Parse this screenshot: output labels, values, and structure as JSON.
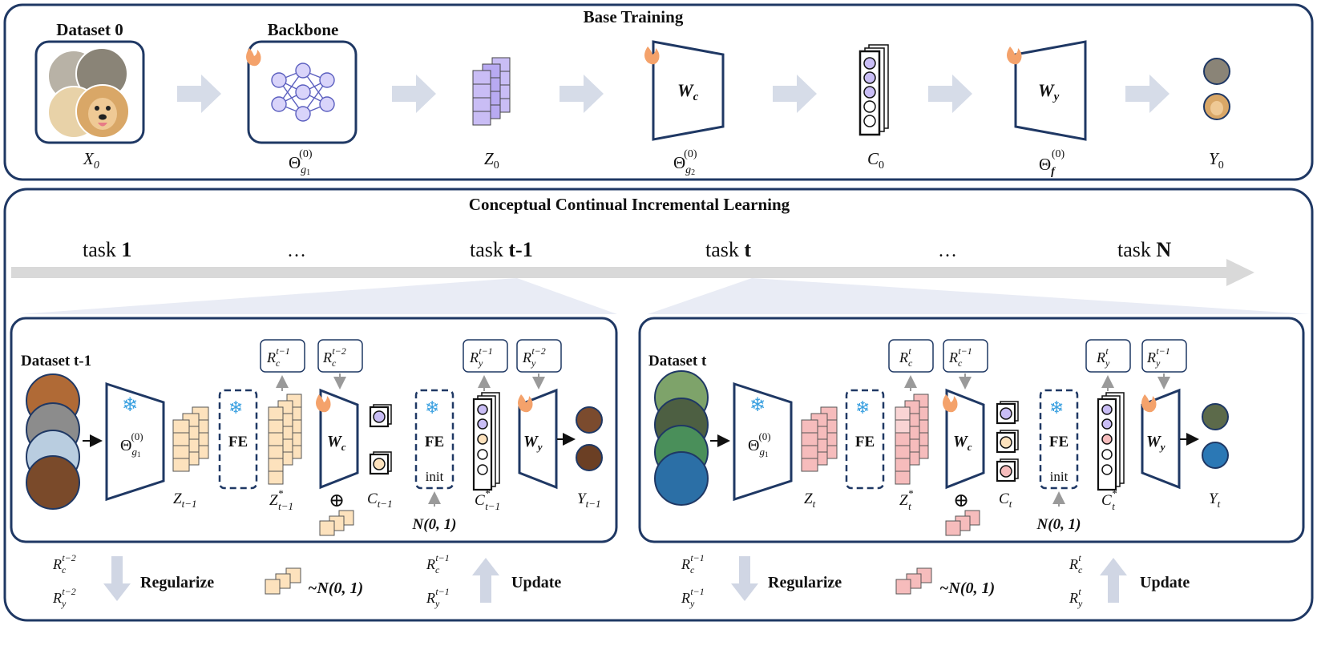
{
  "base": {
    "title": "Base Training",
    "dataset_label": "Dataset 0",
    "backbone_label": "Backbone",
    "x0_label": "X",
    "x0_sub": "0",
    "theta_g1_sup": "(0)",
    "z0_label": "Z",
    "z0_sub": "0",
    "wc_label": "W",
    "wc_sub": "c",
    "theta_g2_sup": "(0)",
    "c0_label": "C",
    "c0_sub": "0",
    "wy_label": "W",
    "wy_sub": "y",
    "theta_f_sup": "(0)",
    "y0_label": "Y",
    "y0_sub": "0"
  },
  "ccil": {
    "title": "Conceptual  Continual Incremental Learning",
    "tasks": [
      {
        "prefix": "task ",
        "bold": "1"
      },
      {
        "prefix": "…",
        "bold": ""
      },
      {
        "prefix": "task ",
        "bold": "t-1"
      },
      {
        "prefix": "task ",
        "bold": "t"
      },
      {
        "prefix": "…",
        "bold": ""
      },
      {
        "prefix": "task ",
        "bold": "N"
      }
    ]
  },
  "panel_left": {
    "dataset": "Dataset t-1",
    "fe": "FE",
    "fe_init": "FE",
    "init": "init",
    "wc": "W",
    "wc_sub": "c",
    "wy": "W",
    "wy_sub": "y",
    "z_sub": "t−1",
    "zstar_sub": "t−1",
    "c_sub": "t−1",
    "cstar_sub": "t−1",
    "y_sub": "t−1",
    "rc_top": "t−1",
    "rc_top2": "t−2",
    "ry_top": "t−1",
    "ry_top2": "t−2",
    "normal": "N(0, 1)",
    "oplus": "⊕"
  },
  "panel_right": {
    "dataset": "Dataset t",
    "fe": "FE",
    "fe_init": "FE",
    "init": "init",
    "wc": "W",
    "wc_sub": "c",
    "wy": "W",
    "wy_sub": "y",
    "z_sub": "t",
    "zstar_sub": "t",
    "c_sub": "t",
    "cstar_sub": "t",
    "y_sub": "t",
    "rc_top": "t",
    "rc_top2": "t−1",
    "ry_top": "t",
    "ry_top2": "t−1",
    "normal": "N(0, 1)",
    "oplus": "⊕"
  },
  "bottom": {
    "regularize": "Regularize",
    "update": "Update",
    "left_reg_sup": "t−2",
    "left_upd_sup": "t−1",
    "right_reg_sup": "t−1",
    "right_upd_sup": "t",
    "normal": "~N(0, 1)"
  },
  "colors": {
    "frame": "#1f3864",
    "arrow": "#d6dce8",
    "purple": "#c9bdf5",
    "orange": "#fde2bd",
    "pink": "#f6bcbc"
  }
}
